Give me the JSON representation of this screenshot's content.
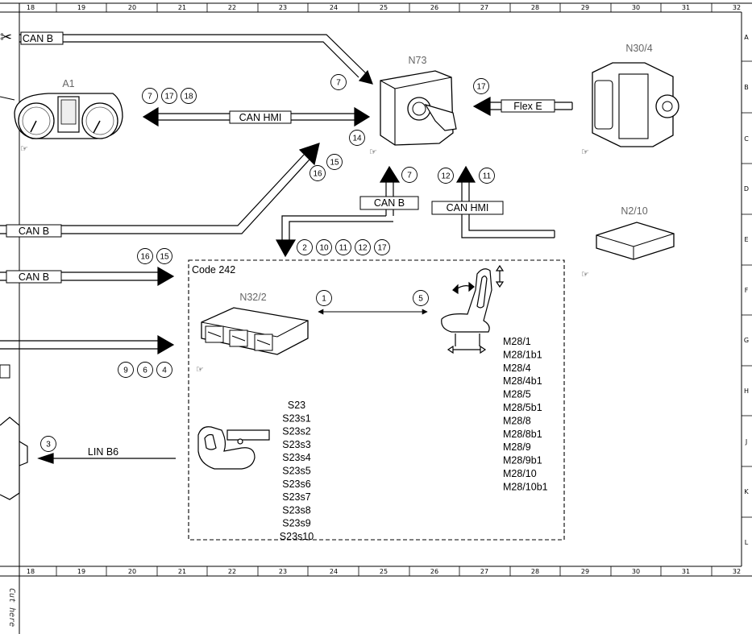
{
  "ruler": {
    "columns": [
      "18",
      "19",
      "20",
      "21",
      "22",
      "23",
      "24",
      "25",
      "26",
      "27",
      "28",
      "29",
      "30",
      "31",
      "32"
    ],
    "rows": [
      "A",
      "B",
      "C",
      "D",
      "E",
      "F",
      "G",
      "H",
      "J",
      "K",
      "L"
    ]
  },
  "components": {
    "a1": "A1",
    "n73": "N73",
    "n30_4": "N30/4",
    "n2_10": "N2/10",
    "n32_2": "N32/2"
  },
  "buses": {
    "can_b_top": "CAN B",
    "can_hmi_a1": "CAN HMI",
    "flex_e": "Flex E",
    "can_b_mid": "CAN B",
    "can_hmi_mid": "CAN HMI",
    "can_b_left1": "CAN B",
    "can_b_left2": "CAN B",
    "lin_b6": "LIN B6"
  },
  "markers": {
    "top_canb": "7",
    "a1_group": [
      "7",
      "17",
      "18"
    ],
    "n73_14": "14",
    "flex_17": "17",
    "diag_16": "16",
    "diag_15": "15",
    "canb_up_7": "7",
    "hmi_up_12": "12",
    "hmi_up_11": "11",
    "down_group": [
      "2",
      "10",
      "11",
      "12",
      "17"
    ],
    "left2_group": [
      "16",
      "15"
    ],
    "left3_group": [
      "9",
      "6",
      "4"
    ],
    "seat_1": "1",
    "seat_5": "5",
    "lin_3": "3"
  },
  "code_box_label": "Code 242",
  "s23_list": [
    "S23",
    "S23s1",
    "S23s2",
    "S23s3",
    "S23s4",
    "S23s5",
    "S23s6",
    "S23s7",
    "S23s8",
    "S23s9",
    "S23s10"
  ],
  "m28_list": [
    "M28/1",
    "M28/1b1",
    "M28/4",
    "M28/4b1",
    "M28/5",
    "M28/5b1",
    "M28/8",
    "M28/8b1",
    "M28/9",
    "M28/9b1",
    "M28/10",
    "M28/10b1"
  ],
  "cut_here": "Cut here"
}
